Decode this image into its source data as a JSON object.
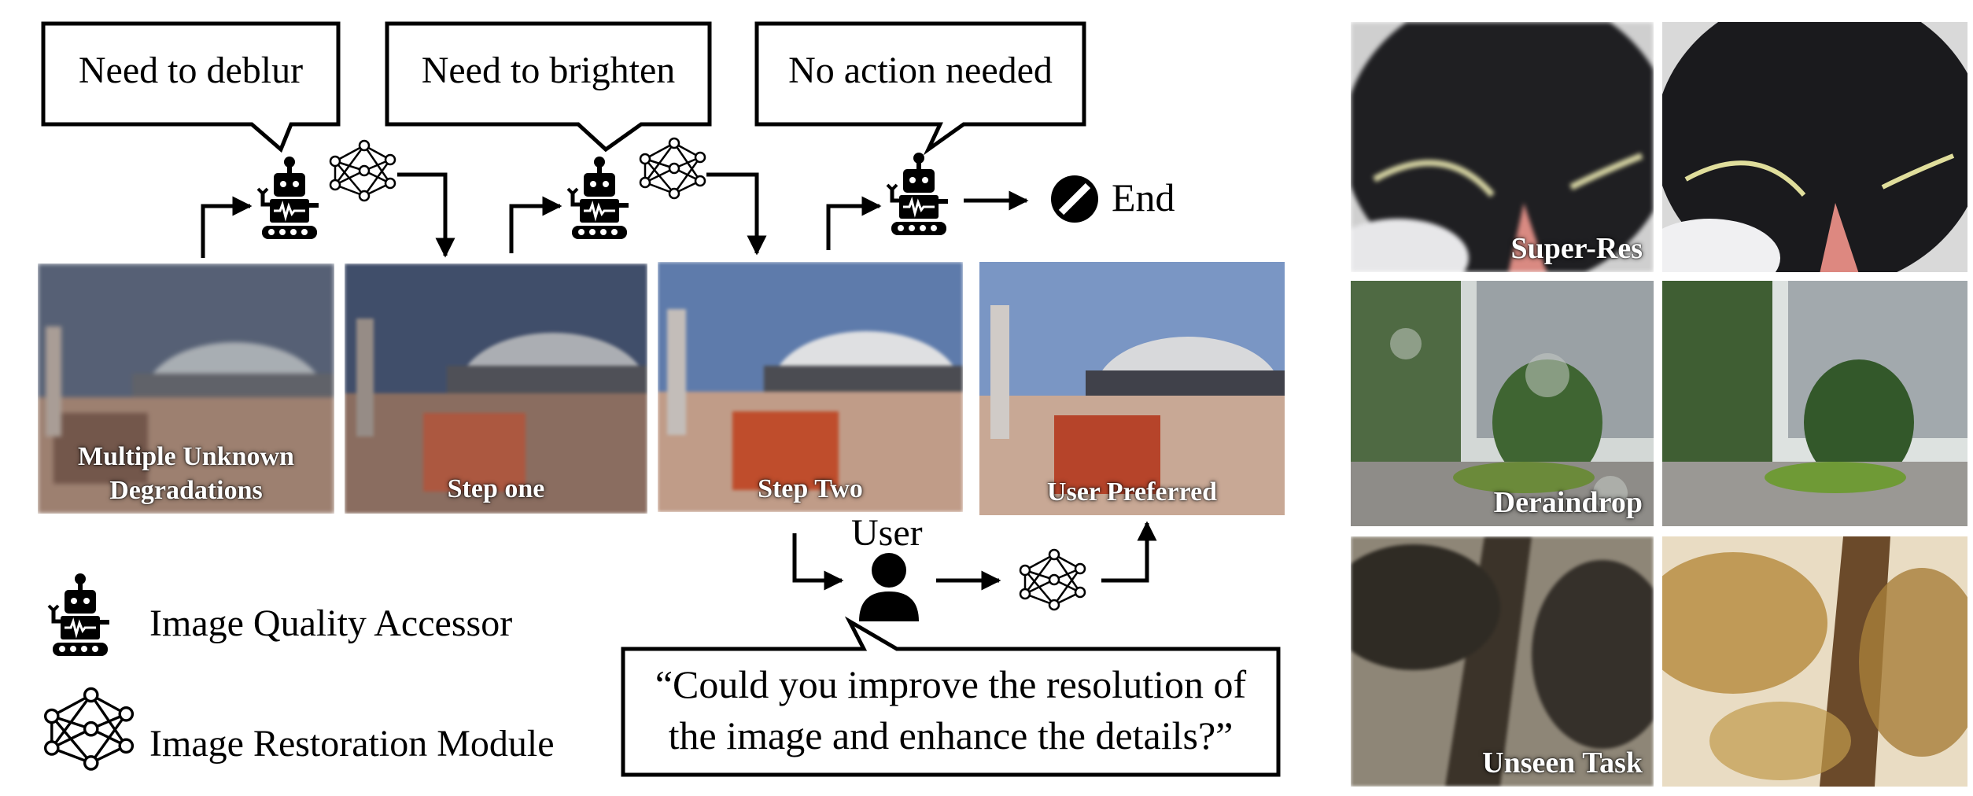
{
  "bubbles": {
    "b1": "Need to deblur",
    "b2": "Need to brighten",
    "b3": "No action needed"
  },
  "end_label": "End",
  "user_label": "User",
  "user_quote_line1": "“Could you improve the resolution of",
  "user_quote_line2": "the image and enhance the details?”",
  "stages": {
    "s1_line1": "Multiple Unknown",
    "s1_line2": "Degradations",
    "s2": "Step one",
    "s3": "Step Two",
    "s4": "User Preferred"
  },
  "legend": {
    "accessor": "Image Quality Accessor",
    "restoration": "Image Restoration Module"
  },
  "examples": {
    "row1": "Super-Res",
    "row2": "Deraindrop",
    "row3": "Unseen Task"
  },
  "icons": {
    "robot": "robot-icon",
    "network": "neural-network-icon",
    "stop": "no-entry-icon",
    "user": "user-icon"
  }
}
